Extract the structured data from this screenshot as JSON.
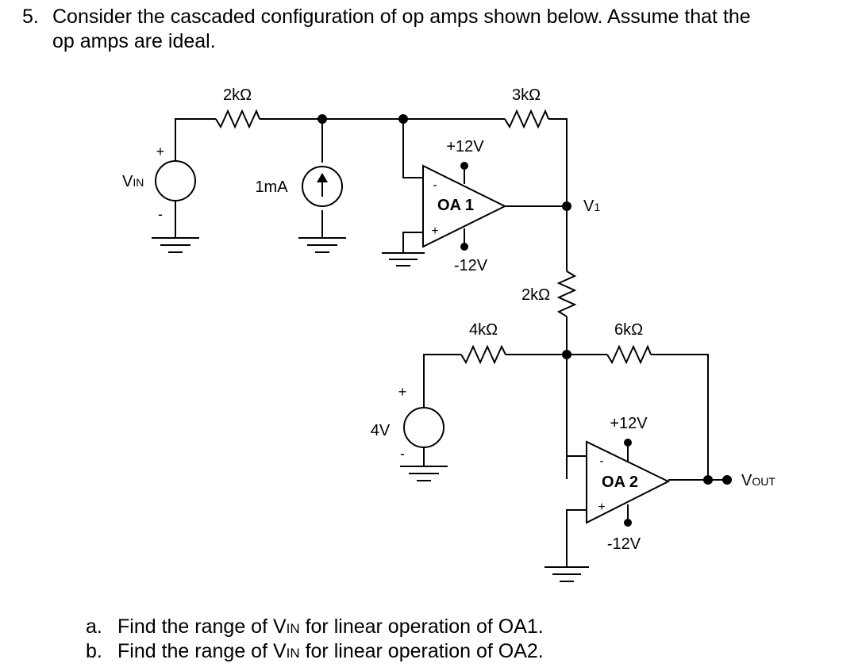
{
  "problem": {
    "number": "5.",
    "line1": "Consider the cascaded configuration of op amps shown below.  Assume that the",
    "line2": "op amps are ideal."
  },
  "circuit": {
    "vin_source": {
      "symbol": "V",
      "subscript": "IN",
      "plus": "+",
      "minus": "-"
    },
    "r1": "2kΩ",
    "r_feedback1": "3kΩ",
    "current_source": "1mA",
    "oa1": {
      "label": "OA 1",
      "supply_pos": "+12V",
      "supply_neg": "-12V",
      "inv": "-",
      "noninv": "+"
    },
    "v1_node": {
      "symbol": "V",
      "subscript": "1"
    },
    "r_series": "2kΩ",
    "r_4k": "4kΩ",
    "r_feedback2": "6kΩ",
    "source_4v": {
      "value": "4V",
      "plus": "+",
      "minus": "-"
    },
    "oa2": {
      "label": "OA 2",
      "supply_pos": "+12V",
      "supply_neg": "-12V",
      "inv": "-",
      "noninv": "+"
    },
    "vout_node": {
      "symbol": "V",
      "subscript": "OUT"
    }
  },
  "questions": [
    {
      "letter": "a.",
      "before": "Find the range of V",
      "sub": "IN",
      "after": " for linear operation of OA1."
    },
    {
      "letter": "b.",
      "before": "Find the range of V",
      "sub": "IN",
      "after": " for linear operation of OA2."
    }
  ]
}
